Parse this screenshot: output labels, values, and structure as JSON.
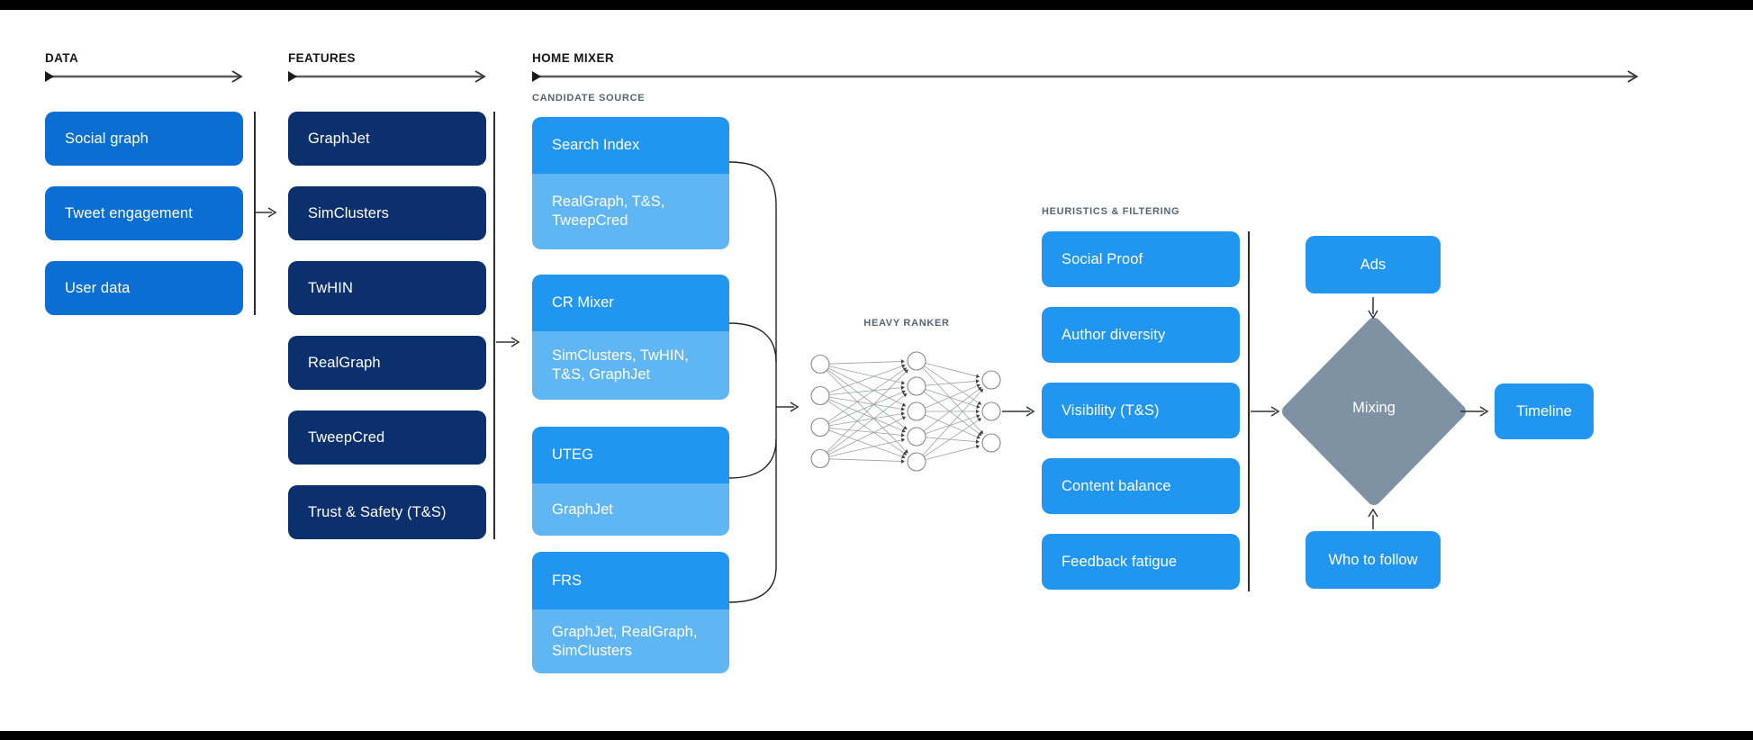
{
  "header": {
    "data": "DATA",
    "features": "FEATURES",
    "home_mixer": "HOME MIXER"
  },
  "data_sources": [
    "Social graph",
    "Tweet engagement",
    "User data"
  ],
  "features": [
    "GraphJet",
    "SimClusters",
    "TwHIN",
    "RealGraph",
    "TweepCred",
    "Trust & Safety (T&S)"
  ],
  "candidate_source": {
    "label": "CANDIDATE SOURCE",
    "items": [
      {
        "name": "Search Index",
        "uses": "RealGraph, T&S, TweepCred"
      },
      {
        "name": "CR Mixer",
        "uses": "SimClusters, TwHIN, T&S, GraphJet"
      },
      {
        "name": "UTEG",
        "uses": "GraphJet"
      },
      {
        "name": "FRS",
        "uses": "GraphJet, RealGraph, SimClusters"
      }
    ]
  },
  "heavy_ranker": {
    "label": "HEAVY RANKER",
    "layers": [
      4,
      5,
      3
    ]
  },
  "heuristics": {
    "label": "HEURISTICS & FILTERING",
    "items": [
      "Social Proof",
      "Author diversity",
      "Visibility (T&S)",
      "Content balance",
      "Feedback fatigue"
    ]
  },
  "mixing": {
    "ads": "Ads",
    "diamond": "Mixing",
    "who_to_follow": "Who to follow",
    "timeline": "Timeline"
  },
  "colors": {
    "data_box": "#0b6ed3",
    "feature_box": "#0c2f6e",
    "primary_box": "#2196f0",
    "sub_box": "#60b5f3",
    "diamond": "#7e92a4",
    "section_label": "#566574",
    "bars": "#000000"
  }
}
